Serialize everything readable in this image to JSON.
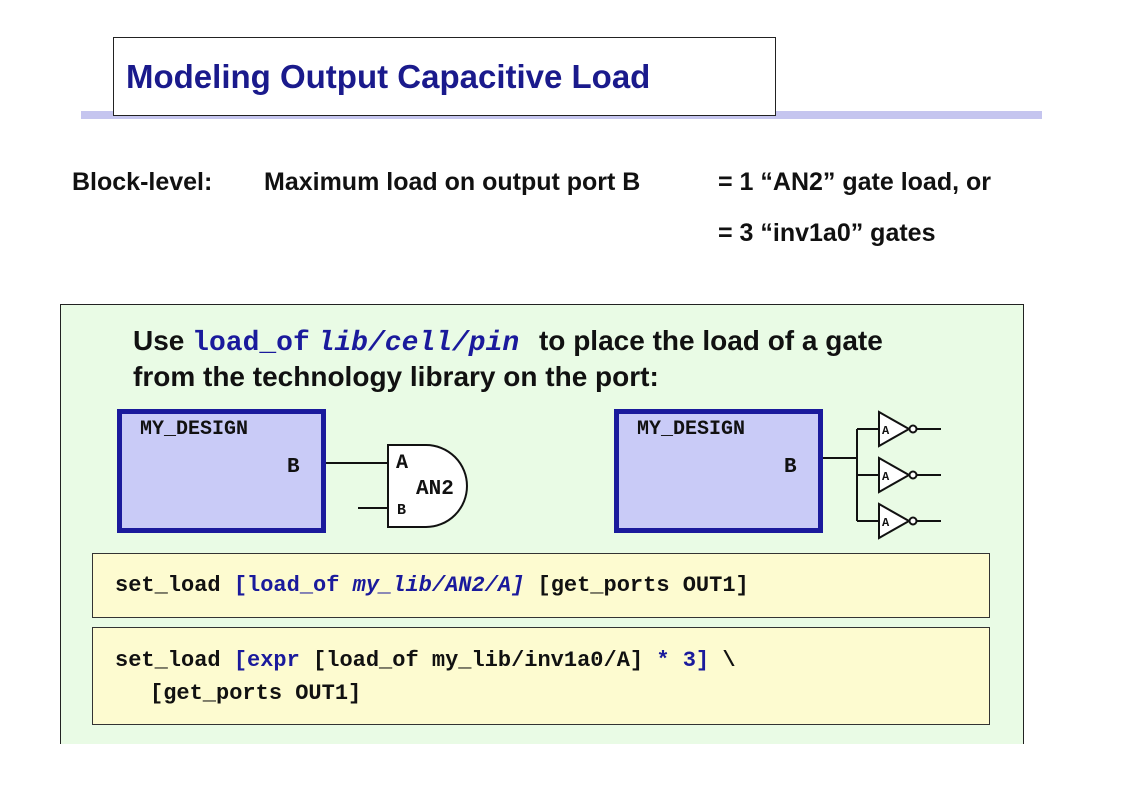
{
  "title": "Modeling Output Capacitive Load",
  "block_level": {
    "label": "Block-level:",
    "desc": "Maximum load on output port B",
    "line1": "= 1 “AN2” gate load, or",
    "line2": "= 3 “inv1a0” gates"
  },
  "panel": {
    "use_word": "Use",
    "cmd": "load_of",
    "arg": "lib/cell/pin",
    "rest": "to place the load of a gate",
    "line2": "from the technology library on the port:"
  },
  "left_diagram": {
    "design_name": "MY_DESIGN",
    "port": "B",
    "gate_name": "AN2",
    "pin_a": "A",
    "pin_b": "B"
  },
  "right_diagram": {
    "design_name": "MY_DESIGN",
    "port": "B",
    "inverter_pins": [
      "A",
      "A",
      "A"
    ]
  },
  "code1": {
    "cmd": "set_load",
    "open": "[load_of",
    "path": "my_lib/AN2/A]",
    "tail": "[get_ports OUT1]"
  },
  "code2": {
    "cmd": "set_load",
    "expr_open": "[expr",
    "middle": "[load_of my_lib/inv1a0/A]",
    "mult": "* 3]",
    "cont": "\\",
    "line2": "[get_ports OUT1]"
  },
  "colors": {
    "title": "#1a1a8c",
    "accent_blue": "#1a1a9c",
    "design_fill": "#c9cbf7",
    "panel_bg": "#e9fbe5",
    "code_bg": "#fdfbd0",
    "rule": "#c5c5ef"
  }
}
